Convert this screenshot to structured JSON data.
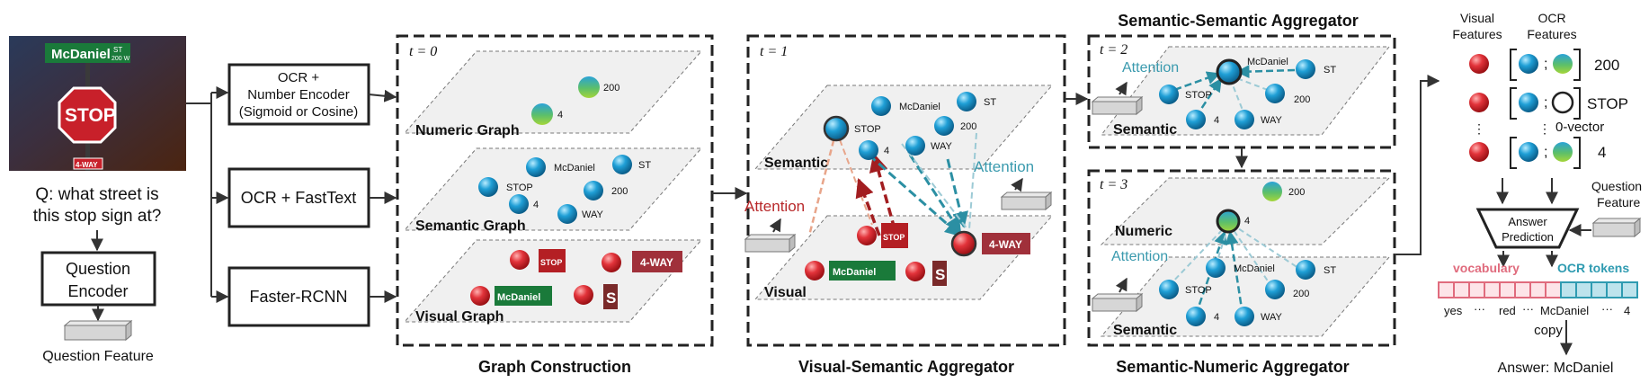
{
  "input": {
    "sign_text": "McDaniel",
    "sign_st": "ST",
    "sign_200w": "200 W",
    "stop_text": "STOP",
    "way_text": "4-WAY",
    "question_line1": "Q: what street is",
    "question_line2": "this stop sign at?",
    "question_encoder_line1": "Question",
    "question_encoder_line2": "Encoder",
    "question_feature": "Question Feature"
  },
  "encoders": {
    "ocr_number_line1": "OCR +",
    "ocr_number_line2": "Number Encoder",
    "ocr_number_line3": "(Sigmoid or Cosine)",
    "ocr_fasttext": "OCR + FastText",
    "faster_rcnn": "Faster-RCNN"
  },
  "graph_construction": {
    "title": "Graph Construction",
    "t_label": "t = 0",
    "numeric_graph": "Numeric Graph",
    "semantic_graph": "Semantic Graph",
    "visual_graph": "Visual Graph",
    "num_200": "200",
    "num_4": "4",
    "sem_mcdaniel": "McDaniel",
    "sem_st": "ST",
    "sem_stop": "STOP",
    "sem_4": "4",
    "sem_200": "200",
    "sem_way": "WAY"
  },
  "visual_semantic": {
    "title": "Visual-Semantic Aggregator",
    "t_label": "t = 1",
    "semantic": "Semantic",
    "visual": "Visual",
    "attention_red": "Attention",
    "attention_teal": "Attention",
    "stop": "STOP",
    "mcdaniel": "McDaniel",
    "st": "ST",
    "n4": "4",
    "n200": "200",
    "way": "WAY"
  },
  "semantic_semantic": {
    "title": "Semantic-Semantic Aggregator",
    "t_label": "t = 2",
    "attention": "Attention",
    "semantic": "Semantic",
    "mcdaniel": "McDaniel",
    "st": "ST",
    "stop": "STOP",
    "n200": "200",
    "n4": "4",
    "way": "WAY"
  },
  "semantic_numeric": {
    "title": "Semantic-Numeric Aggregator",
    "t_label": "t = 3",
    "numeric": "Numeric",
    "attention": "Attention",
    "semantic": "Semantic",
    "n200_top": "200",
    "n4_top": "4",
    "mcdaniel": "McDaniel",
    "st": "ST",
    "stop": "STOP",
    "n200": "200",
    "n4": "4",
    "way": "WAY"
  },
  "answer": {
    "visual_features_1": "Visual",
    "visual_features_2": "Features",
    "ocr_features_1": "OCR",
    "ocr_features_2": "Features",
    "row1_value": "200",
    "row2_value": "STOP",
    "row3_value": "4",
    "zero_vector": "0-vector",
    "sep": ";",
    "dots": "⋮",
    "question_feature_1": "Question",
    "question_feature_2": "Feature",
    "prediction_1": "Answer",
    "prediction_2": "Prediction",
    "vocabulary": "vocabulary",
    "ocr_tokens": "OCR tokens",
    "tok_yes": "yes",
    "tok_dots1": "···",
    "tok_red": "red",
    "tok_dots2": "···",
    "tok_mcdaniel": "McDaniel",
    "tok_dots3": "···",
    "tok_4": "4",
    "copy": "copy",
    "final": "Answer: McDaniel"
  },
  "colors": {
    "red_node": "#e2333a",
    "blue_node": "#1f9fd6",
    "green_node": "#5cbf6a",
    "attention_red": "#b8282a",
    "attention_teal": "#3a9aae",
    "vocab_pink": "#e06b7d",
    "ocr_teal": "#2f9bb1",
    "plane_fill": "#f0f0f0"
  }
}
